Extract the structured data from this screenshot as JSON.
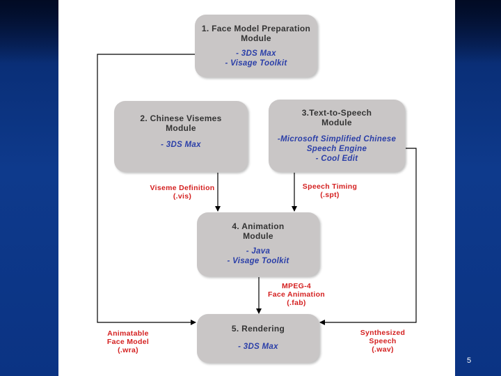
{
  "modules": {
    "face_model": {
      "title": "1. Face Model Preparation\nModule",
      "sub": "- 3DS Max\n- Visage Toolkit"
    },
    "visemes": {
      "title": "2. Chinese Visemes\nModule",
      "sub": "- 3DS Max"
    },
    "tts": {
      "title": "3.Text-to-Speech\nModule",
      "sub": "-Microsoft Simplified Chinese\nSpeech Engine\n- Cool Edit"
    },
    "animation": {
      "title": "4. Animation\nModule",
      "sub": "- Java\n- Visage Toolkit"
    },
    "rendering": {
      "title": "5. Rendering",
      "sub": "- 3DS Max"
    }
  },
  "labels": {
    "viseme_def": "Viseme Definition\n(.vis)",
    "speech_timing": "Speech Timing\n(.spt)",
    "mpeg4": "MPEG-4\nFace Animation\n(.fab)",
    "animatable": "Animatable\nFace Model\n(.wra)",
    "synth_speech": "Synthesized\nSpeech\n(.wav)"
  },
  "page_number": "5",
  "colors": {
    "box": "#c9c6c6",
    "module_text": "#333333",
    "tool_text": "#2b3fa8",
    "label_text": "#d42020"
  }
}
